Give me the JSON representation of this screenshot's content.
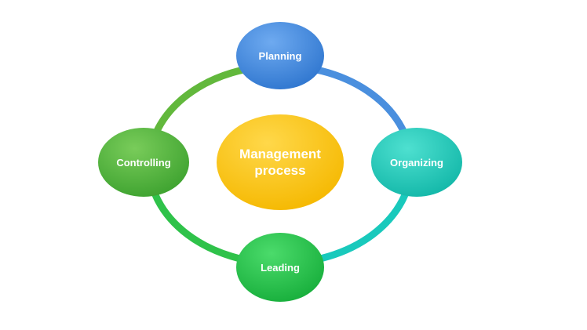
{
  "diagram": {
    "center": {
      "line1": "Management",
      "line2": "process",
      "color": "#FFC600"
    },
    "nodes": {
      "planning": {
        "label": "Planning",
        "color": "#3E86DC"
      },
      "organizing": {
        "label": "Organizing",
        "color": "#1DC7B6"
      },
      "leading": {
        "label": "Leading",
        "color": "#23C34A"
      },
      "controlling": {
        "label": "Controlling",
        "color": "#4CB43A"
      }
    },
    "ring_colors": {
      "blue": "#4A8FDE",
      "teal": "#19C9BC",
      "green": "#2FC24A",
      "lime": "#62B83C"
    }
  }
}
